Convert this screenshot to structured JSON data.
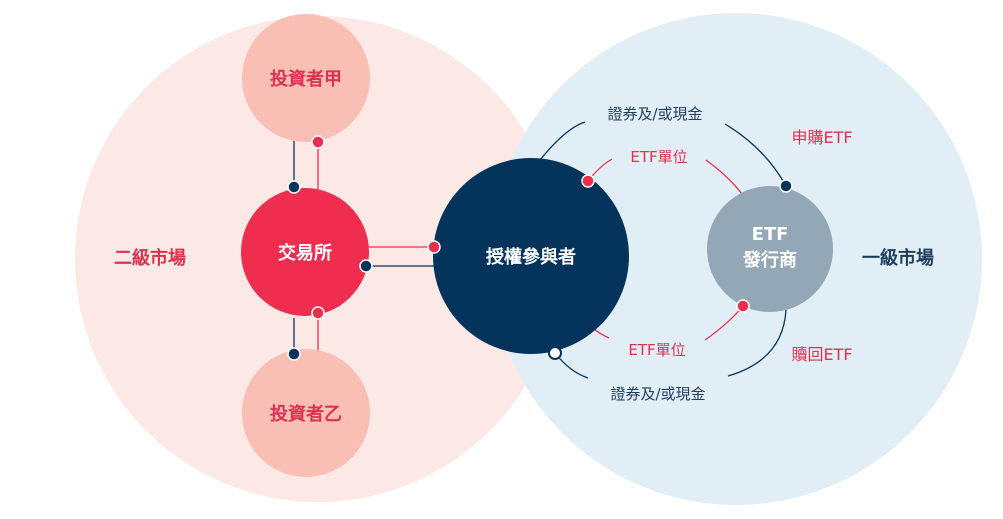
{
  "colors": {
    "secondary_bg": "#fce9e5",
    "primary_bg": "#e2eef5",
    "red": "#ef2d4e",
    "navy": "#04335c",
    "pink_node": "#f9beb4",
    "gray_node": "#93a7b7",
    "text_red": "#e0304f",
    "text_navy": "#1f3d5c"
  },
  "markets": {
    "secondary": "二級市場",
    "primary": "一級市場"
  },
  "nodes": {
    "investor_a": "投資者甲",
    "investor_b": "投資者乙",
    "exchange": "交易所",
    "authorized_participant": "授權參與者",
    "issuer_line1": "ETF",
    "issuer_line2": "發行商"
  },
  "flows": {
    "cash_top": "證券及/或現金",
    "etf_units_top": "ETF單位",
    "subscribe": "申購ETF",
    "etf_units_bottom": "ETF單位",
    "redeem": "贖回ETF",
    "cash_bottom": "證券及/或現金"
  }
}
